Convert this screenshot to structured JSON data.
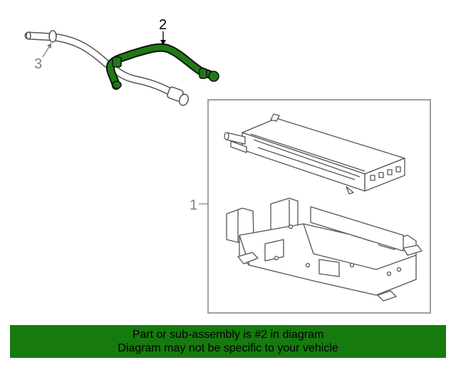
{
  "callouts": {
    "part_1": "1",
    "part_2": "2",
    "part_3": "3"
  },
  "banner": {
    "line1": "Part or sub-assembly is #2 in diagram",
    "line2": "Diagram may not be specific to your vehicle",
    "color": "#167a0f"
  },
  "colors": {
    "highlight_part": "#1e7a14",
    "line_art": "#555555",
    "callout_gray": "#808080"
  },
  "icons": {
    "hose_highlighted": "heater-hose-part-2",
    "hose_other": "hose-part-3",
    "module": "heater-core-bracket-part-1"
  }
}
